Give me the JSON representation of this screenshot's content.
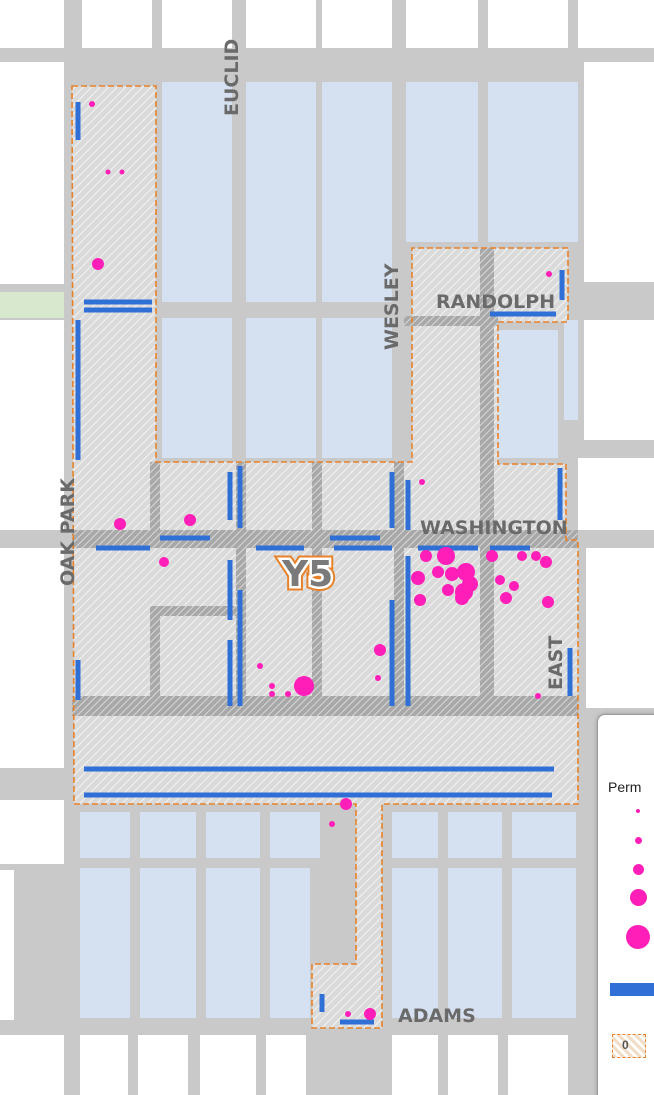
{
  "map": {
    "zone_label": "Y5",
    "streets": {
      "euclid": "EUCLID",
      "wesley": "WESLEY",
      "randolph": "RANDOLPH",
      "oak_park": "OAK PARK",
      "washington": "WASHINGTON",
      "east": "EAST",
      "adams": "ADAMS"
    },
    "colors": {
      "permit_dot": "#ff1fb8",
      "blocked_segment": "#2f6fd6",
      "zone_boundary": "#e8822a",
      "block_fill": "#d5e1f1",
      "street": "#c9c9c9"
    }
  },
  "legend": {
    "title": "Perm",
    "zone_swatch_label": "0"
  }
}
